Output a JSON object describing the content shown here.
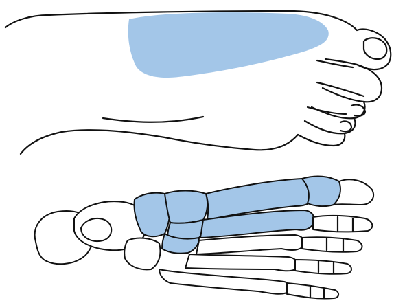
{
  "colors": {
    "highlight": "#a3c6e8",
    "line": "#111111",
    "background": "#ffffff"
  },
  "figure": {
    "upper_view": "foot-top-view",
    "lower_view": "foot-skeleton-top-view",
    "highlight_region": "dorsal-midfoot"
  }
}
